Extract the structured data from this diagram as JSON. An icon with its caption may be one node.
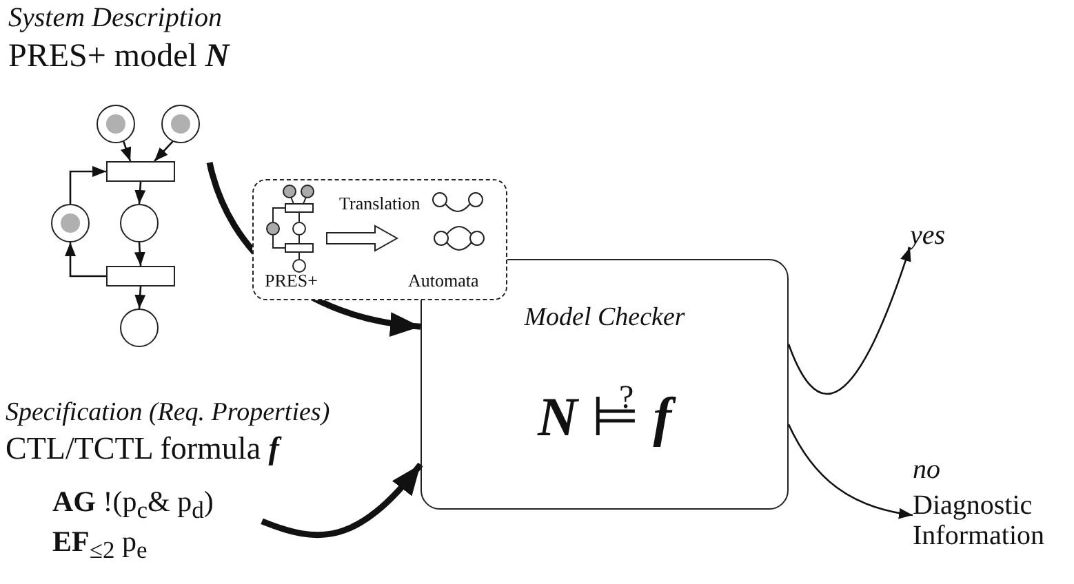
{
  "diagram": {
    "nodes": [
      {
        "text": [
          "System Description",
          "PRES+ model **N**"
        ]
      },
      {
        "text": [],
        "shape": "circle"
      },
      {
        "text": [],
        "shape": "circle"
      },
      {
        "text": [],
        "shape": "bar"
      },
      {
        "text": [],
        "shape": "circle"
      },
      {
        "text": [],
        "shape": "circle"
      },
      {
        "text": [],
        "shape": "bar"
      },
      {
        "text": [],
        "shape": "circle"
      },
      {
        "text": [
          "Translation",
          "PRES+",
          "Automata"
        ]
      },
      {
        "text": [
          "Model Checker",
          "**N** ⊨$^{?}$ **f**"
        ]
      },
      {
        "text": [
          "Specification (Req. Properties)",
          "CTL/TCTL formula **f**",
          "**AG** !(p$_{c}$& p$_{d}$)",
          "**EF**$_{≤2}$ p$_{e}$"
        ]
      },
      {
        "text": [
          "yes"
        ]
      },
      {
        "text": [
          "no",
          "Diagnostic Information"
        ]
      }
    ],
    "edges": [
      {
        "from": 1,
        "to": 3,
        "arrow": "to"
      },
      {
        "from": 2,
        "to": 3,
        "arrow": "to"
      },
      {
        "from": 3,
        "to": 5,
        "arrow": "to"
      },
      {
        "from": 5,
        "to": 6,
        "arrow": "to"
      },
      {
        "from": 6,
        "to": 7,
        "arrow": "to"
      },
      {
        "from": 6,
        "to": 4,
        "arrow": "to"
      },
      {
        "from": 4,
        "to": 3,
        "arrow": "to"
      },
      {
        "from": null,
        "to": 9,
        "arrow": "to",
        "style": "thick"
      },
      {
        "from": 10,
        "to": 9,
        "arrow": "to",
        "style": "thick"
      },
      {
        "from": 9,
        "to": 11,
        "arrow": "to"
      },
      {
        "from": 9,
        "to": 12,
        "arrow": "to"
      }
    ]
  }
}
